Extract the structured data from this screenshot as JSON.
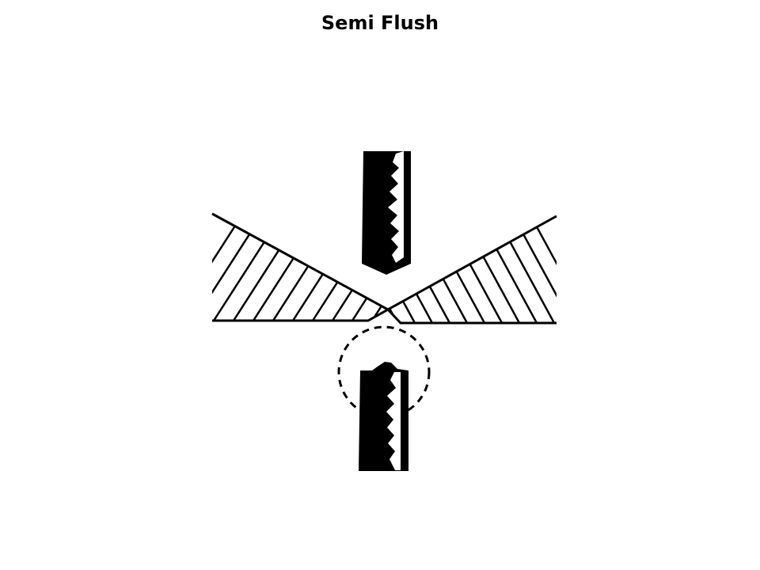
{
  "slide": {
    "title": "Semi Flush"
  },
  "diagram": {
    "elements": [
      "top-electrode",
      "left-plate",
      "right-plate",
      "bottom-electrode",
      "dashed-circle-highlight"
    ],
    "colors": {
      "ink": "#000000",
      "background": "#ffffff"
    }
  }
}
